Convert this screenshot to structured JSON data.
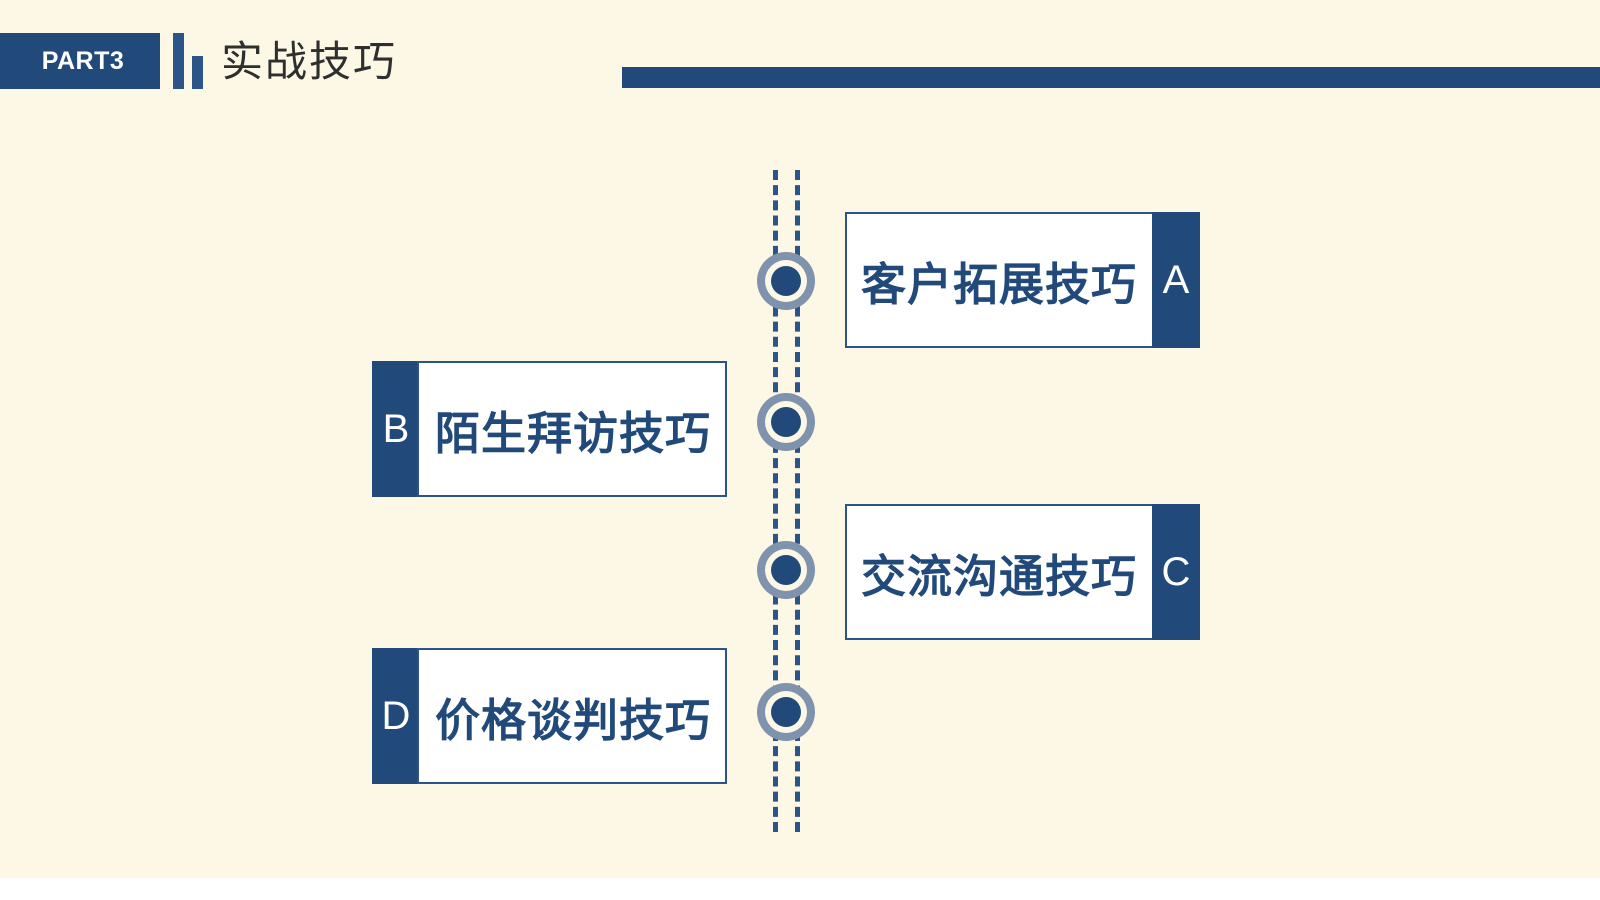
{
  "slide": {
    "background_color": "#fdf8e6",
    "accent_color": "#214a7b",
    "accent_light_color": "#2b5488",
    "node_ring_color": "#8093ad"
  },
  "header": {
    "part_label": "PART3",
    "title": "实战技巧"
  },
  "timeline": {
    "items": [
      {
        "letter": "A",
        "label": "客户拓展技巧",
        "side": "right"
      },
      {
        "letter": "B",
        "label": "陌生拜访技巧",
        "side": "left"
      },
      {
        "letter": "C",
        "label": "交流沟通技巧",
        "side": "right"
      },
      {
        "letter": "D",
        "label": "价格谈判技巧",
        "side": "left"
      }
    ]
  }
}
